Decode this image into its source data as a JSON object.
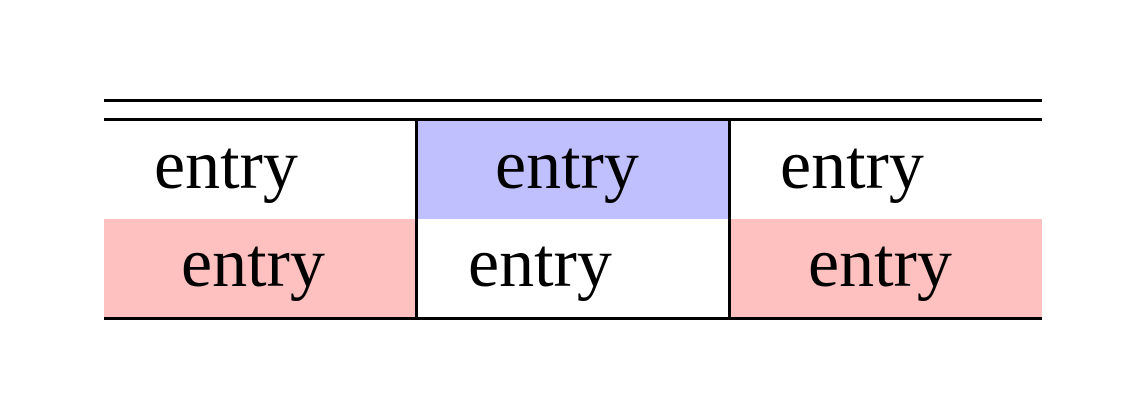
{
  "table": {
    "rows": [
      [
        {
          "text": "entry",
          "bg": "#ffffff"
        },
        {
          "text": "entry",
          "bg": "#c0c0ff"
        },
        {
          "text": "entry",
          "bg": "#ffffff"
        }
      ],
      [
        {
          "text": "entry",
          "bg": "#ffc0c0"
        },
        {
          "text": "entry",
          "bg": "#ffffff"
        },
        {
          "text": "entry",
          "bg": "#ffc0c0"
        }
      ]
    ]
  }
}
